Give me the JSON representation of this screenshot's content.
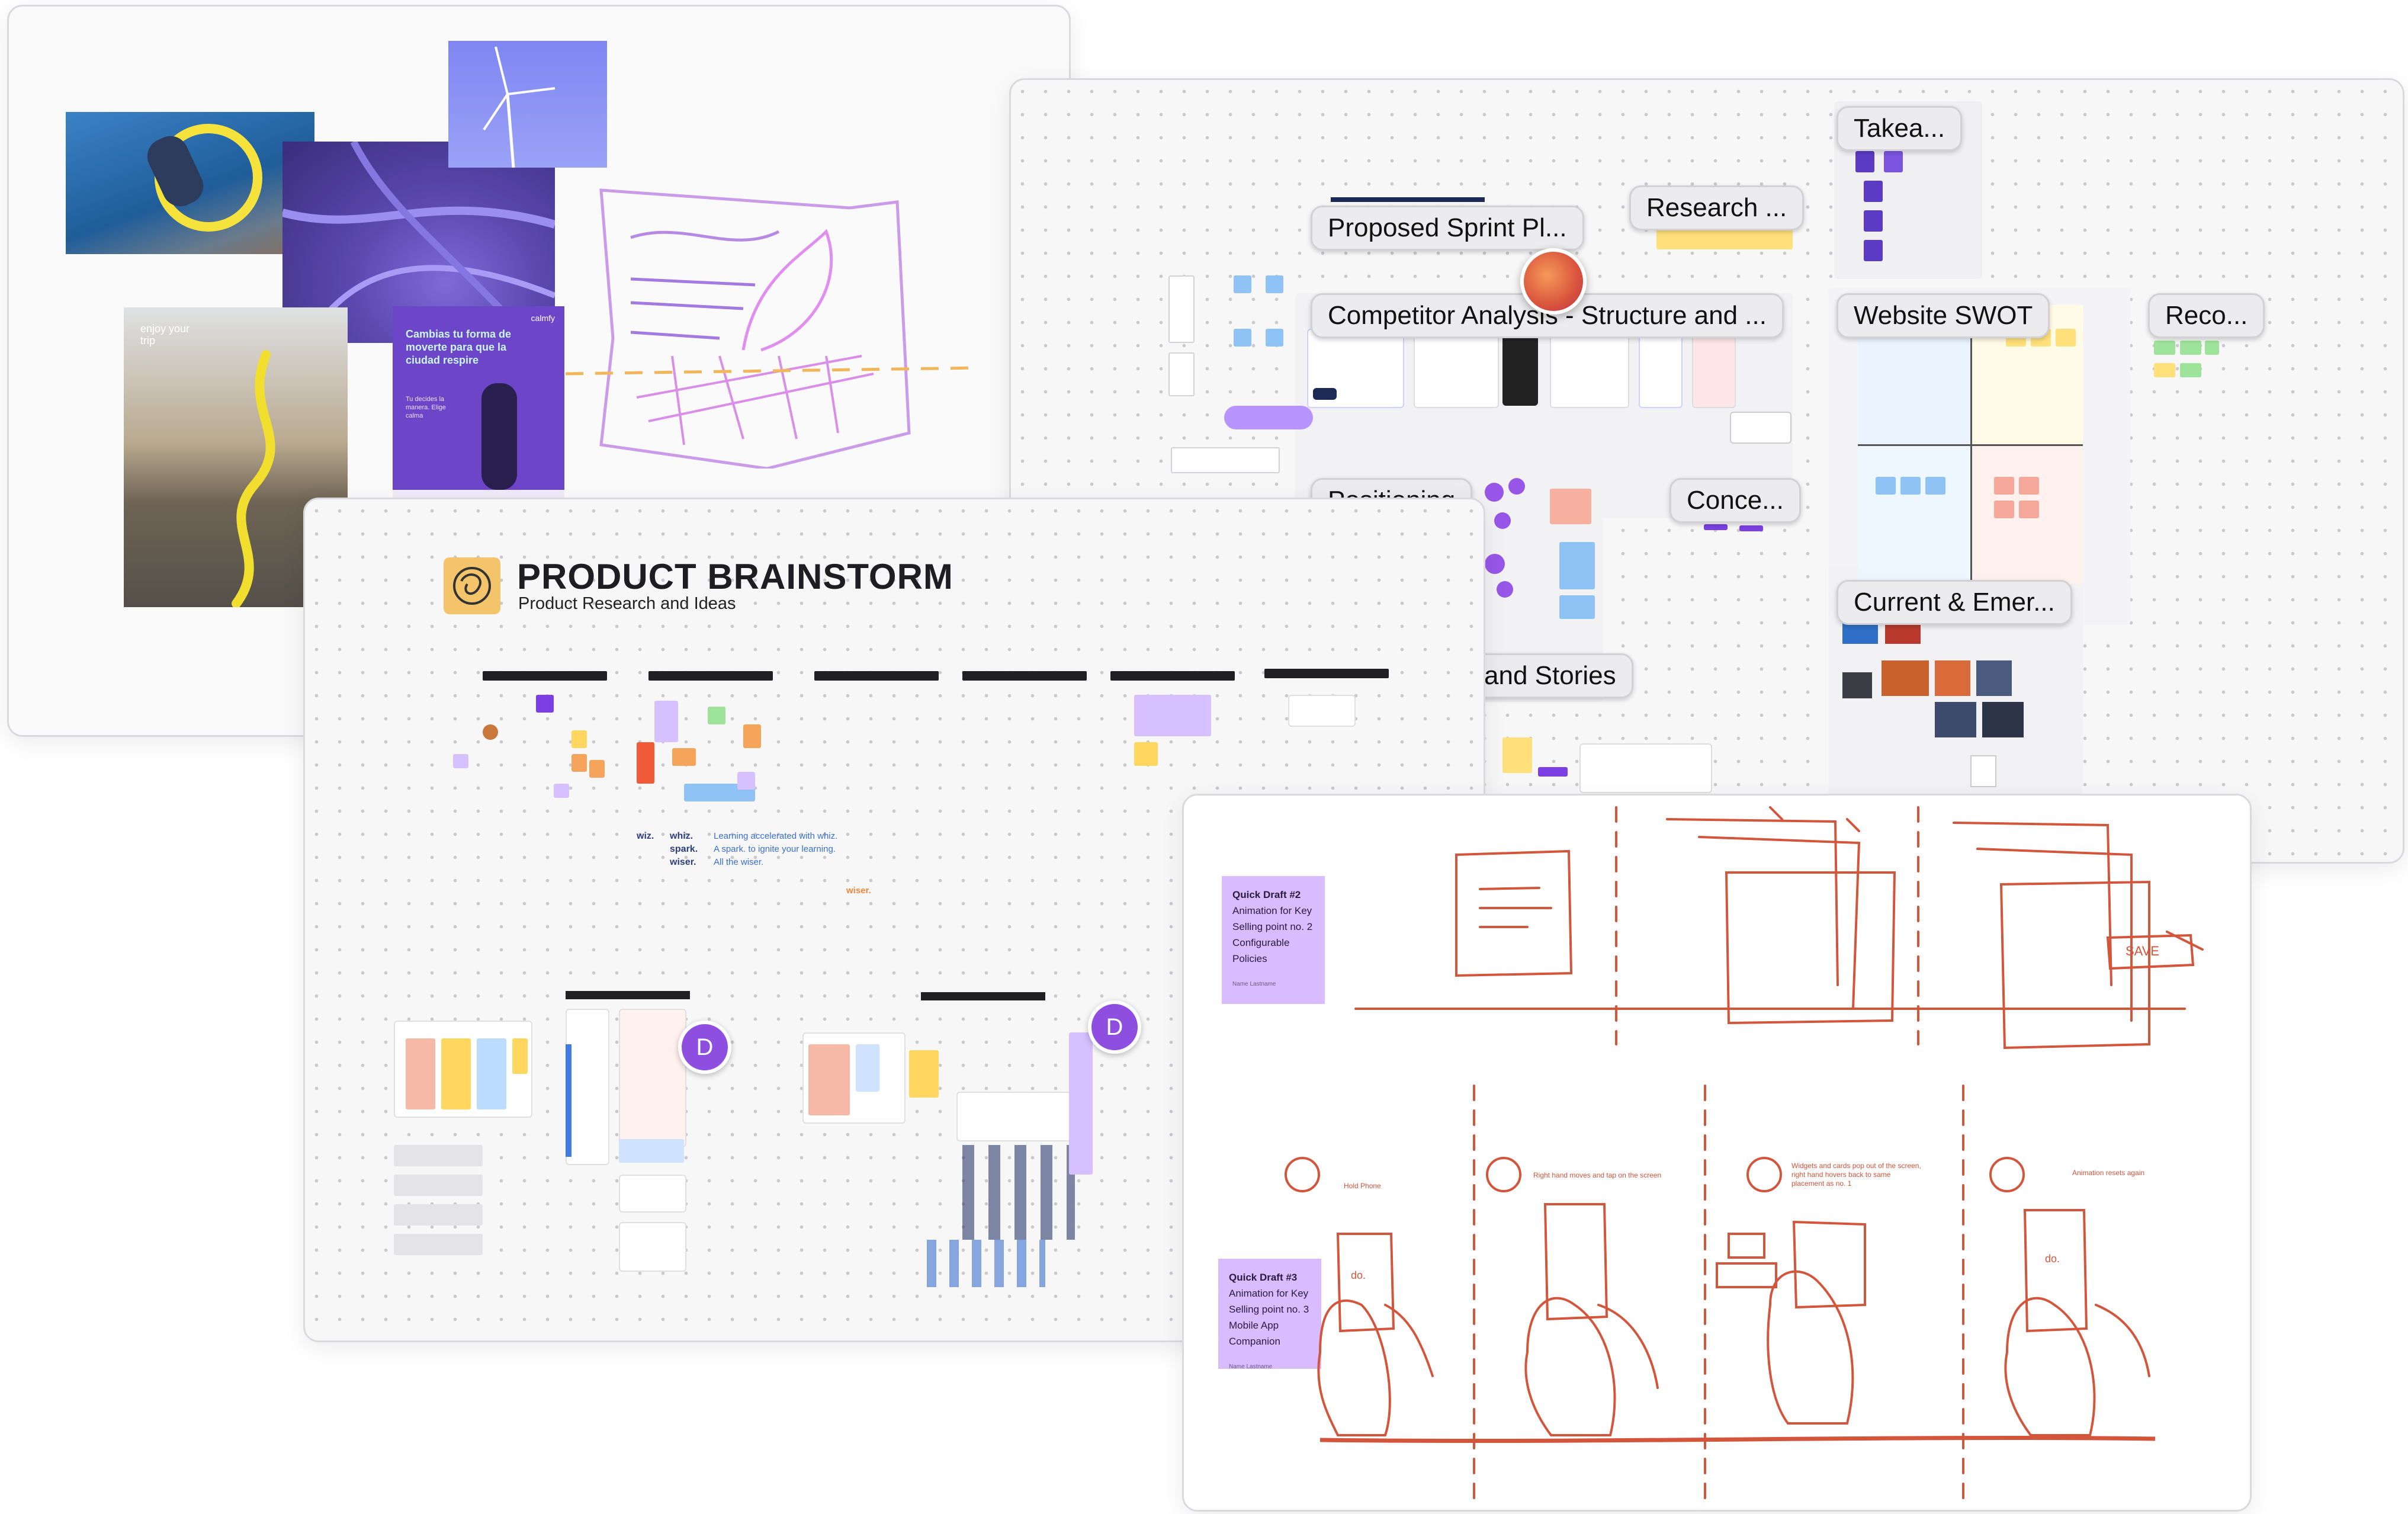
{
  "moodboard": {
    "poster_headline": "Cambias tu forma de moverte para que la ciudad respire",
    "poster_subtext": "Tu decides la manera. Elige calma",
    "poster_brand": "calmfy",
    "skater_caption": "enjoy your trip"
  },
  "research_board": {
    "frames": [
      {
        "id": "takeaways",
        "label": "Takea..."
      },
      {
        "id": "research",
        "label": "Research ..."
      },
      {
        "id": "proposed-sprint",
        "label": "Proposed Sprint Pl..."
      },
      {
        "id": "competitor",
        "label": "Competitor Analysis - Structure and ..."
      },
      {
        "id": "website-swot",
        "label": "Website SWOT"
      },
      {
        "id": "reco",
        "label": "Reco..."
      },
      {
        "id": "positioning",
        "label": "Positioning"
      },
      {
        "id": "conce",
        "label": "Conce..."
      },
      {
        "id": "current-emer",
        "label": "Current & Emer..."
      },
      {
        "id": "and-stories",
        "label": "and Stories"
      }
    ]
  },
  "brainstorm": {
    "title": "PRODUCT BRAINSTORM",
    "subtitle": "Product Research and Ideas",
    "tagline_lines": [
      "Learning accelerated with whiz.",
      "A spark. to ignite your learning.",
      "All the wiser."
    ],
    "wordmarks": [
      "wiz.",
      "whiz.",
      "spark.",
      "wiser."
    ],
    "wordmark_extra": "wiser.",
    "avatar_initial_1": "D",
    "avatar_initial_2": "D"
  },
  "storyboard": {
    "draft2": {
      "title": "Quick Draft #2",
      "body": "Animation for Key Selling point no. 2 Configurable Policies",
      "by": "Name Lastname"
    },
    "draft3": {
      "title": "Quick Draft #3",
      "body": "Animation for Key Selling point no. 3 Mobile App Companion",
      "by": "Name Lastname"
    },
    "save_label": "SAVE",
    "step_notes": [
      "Hold Phone",
      "Right hand moves and tap on the screen",
      "Widgets and cards pop out of the screen, right hand hovers back to same placement as no. 1",
      "Animation resets again"
    ],
    "phone_label": "do."
  },
  "colors": {
    "accent_purple": "#7b3fe4",
    "sketch_red": "#d2553c",
    "draft_lilac": "#d8bcff",
    "sticky_yellow": "#ffd75e"
  }
}
